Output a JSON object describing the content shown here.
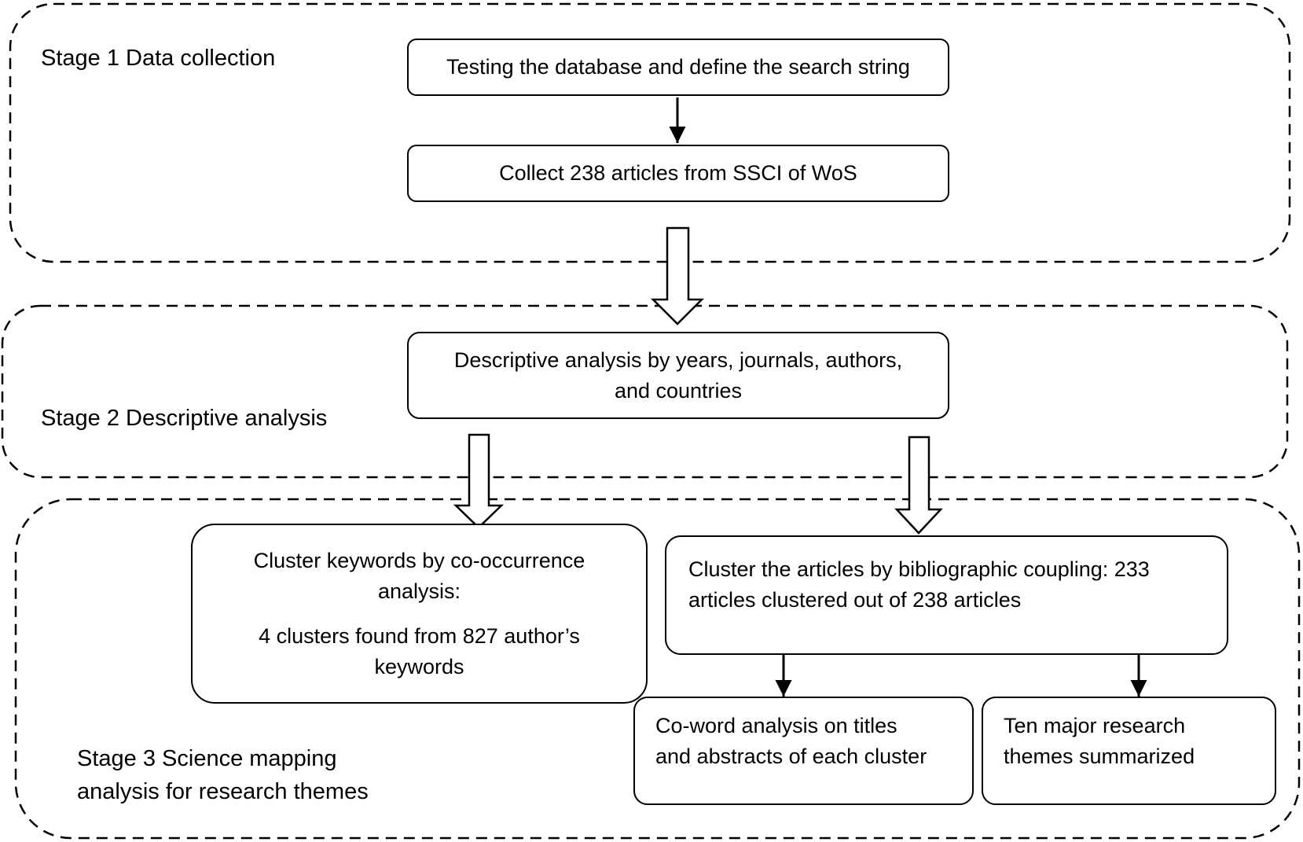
{
  "stages": {
    "stage1": {
      "label": "Stage 1 Data collection"
    },
    "stage2": {
      "label": "Stage 2 Descriptive analysis"
    },
    "stage3": {
      "label_line1": "Stage 3 Science mapping",
      "label_line2": "analysis for research themes"
    }
  },
  "nodes": {
    "testing": {
      "text": "Testing the database and define the search string"
    },
    "collect": {
      "text": "Collect 238 articles from SSCI of WoS"
    },
    "descriptive": {
      "line1": "Descriptive analysis by years, journals, authors,",
      "line2": "and countries"
    },
    "cluster_keywords": {
      "line1": "Cluster keywords by co-occurrence",
      "line2": "analysis:",
      "line3": "4 clusters found from 827 author’s",
      "line4": "keywords"
    },
    "cluster_articles": {
      "line1": "Cluster the articles by bibliographic coupling: 233",
      "line2": "articles clustered out of 238 articles"
    },
    "coword": {
      "line1": "Co-word analysis on titles",
      "line2": "and abstracts of each cluster"
    },
    "ten_themes": {
      "line1": "Ten major research",
      "line2": "themes summarized"
    }
  }
}
